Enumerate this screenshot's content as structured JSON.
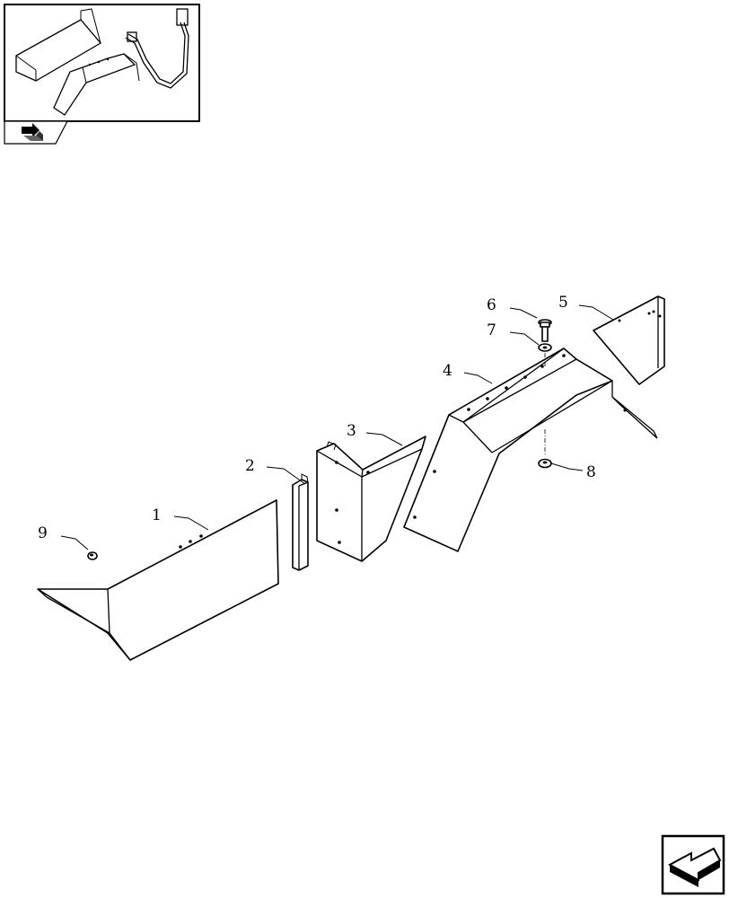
{
  "callouts": [
    {
      "id": "1",
      "label": "1"
    },
    {
      "id": "2",
      "label": "2"
    },
    {
      "id": "3",
      "label": "3"
    },
    {
      "id": "4",
      "label": "4"
    },
    {
      "id": "5",
      "label": "5"
    },
    {
      "id": "6",
      "label": "6"
    },
    {
      "id": "7",
      "label": "7"
    },
    {
      "id": "8",
      "label": "8"
    },
    {
      "id": "9",
      "label": "9"
    }
  ],
  "icons": {
    "thumbnail_nav": "folder-arrow-icon",
    "next_page": "next-page-arrow-icon"
  }
}
